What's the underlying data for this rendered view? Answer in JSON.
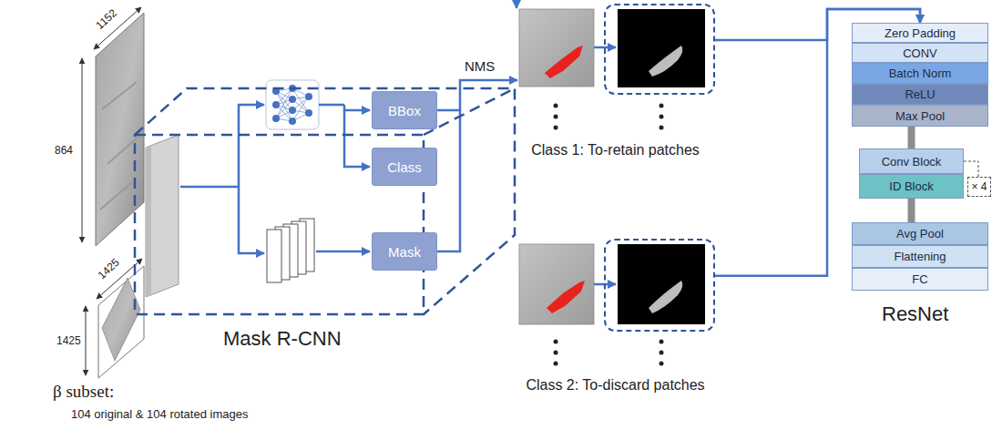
{
  "diagram": {
    "nodes": [
      {
        "text": [
          "Mask R-CNN"
        ]
      },
      {
        "text": [
          "BBox"
        ],
        "in": 0
      },
      {
        "text": [
          "Class"
        ],
        "in": 0
      },
      {
        "text": [
          "Mask"
        ],
        "in": 0
      },
      {
        "text": [
          "Class 1: To-retain patches"
        ]
      },
      {
        "text": [
          "Class 2: To-discard patches"
        ]
      },
      {
        "text": [
          "Zero Padding"
        ]
      },
      {
        "text": [
          "CONV"
        ]
      },
      {
        "text": [
          "Batch Norm"
        ]
      },
      {
        "text": [
          "ReLU"
        ]
      },
      {
        "text": [
          "Max Pool"
        ]
      },
      {
        "text": [
          "Conv Block"
        ]
      },
      {
        "text": [
          "ID Block"
        ]
      },
      {
        "text": [
          "× 4"
        ]
      },
      {
        "text": [
          "Avg Pool"
        ]
      },
      {
        "text": [
          "Flattening"
        ]
      },
      {
        "text": [
          "FC"
        ]
      }
    ],
    "edges": [
      {
        "from": 4,
        "to": 6,
        "arrow": "to"
      },
      {
        "from": 5,
        "to": 6,
        "arrow": "to"
      },
      {
        "from": 10,
        "to": 11,
        "arrow": "none"
      },
      {
        "from": 12,
        "to": 14,
        "arrow": "none"
      }
    ],
    "labels": [
      "1152",
      "864",
      "1425",
      "1425",
      "β subset:",
      "104 original & 104 rotated images",
      "NMS",
      "ResNet"
    ]
  }
}
